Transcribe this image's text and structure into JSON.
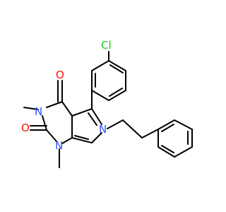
{
  "molecule": {
    "atoms": {
      "chlorine": {
        "label": "Cl",
        "color": "#22c022"
      },
      "oxygen_top": {
        "label": "O",
        "color": "#ff0d0d"
      },
      "oxygen_left": {
        "label": "O",
        "color": "#ff0d0d"
      },
      "nitrogen_3": {
        "label": "N",
        "color": "#3050f8"
      },
      "nitrogen_1": {
        "label": "N",
        "color": "#3050f8"
      },
      "nitrogen_6": {
        "label": "N",
        "color": "#3050f8"
      }
    },
    "bond_color": "#000000"
  }
}
